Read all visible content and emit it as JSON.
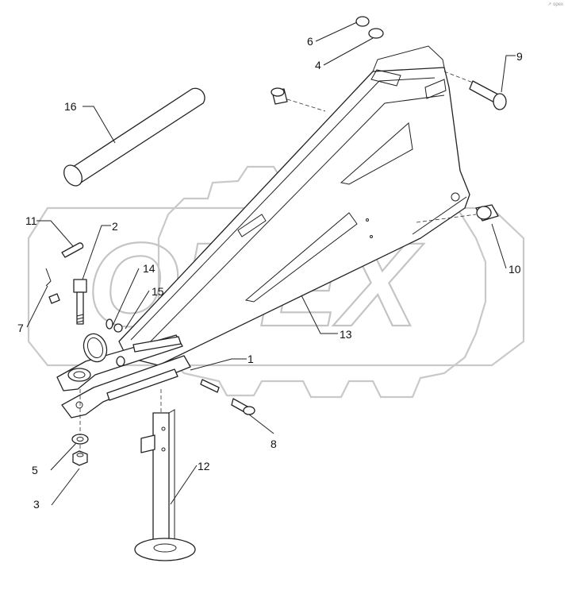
{
  "watermark": {
    "text": "OPEX",
    "color": "#c4c4c4"
  },
  "corner_mark": "↗ opex",
  "labels": {
    "n1": "1",
    "n2": "2",
    "n3": "3",
    "n4": "4",
    "n5": "5",
    "n6": "6",
    "n7": "7",
    "n8": "8",
    "n9": "9",
    "n10": "10",
    "n11": "11",
    "n12": "12",
    "n13": "13",
    "n14": "14",
    "n15": "15",
    "n16": "16"
  },
  "colors": {
    "line": "#222222",
    "background": "#ffffff"
  }
}
